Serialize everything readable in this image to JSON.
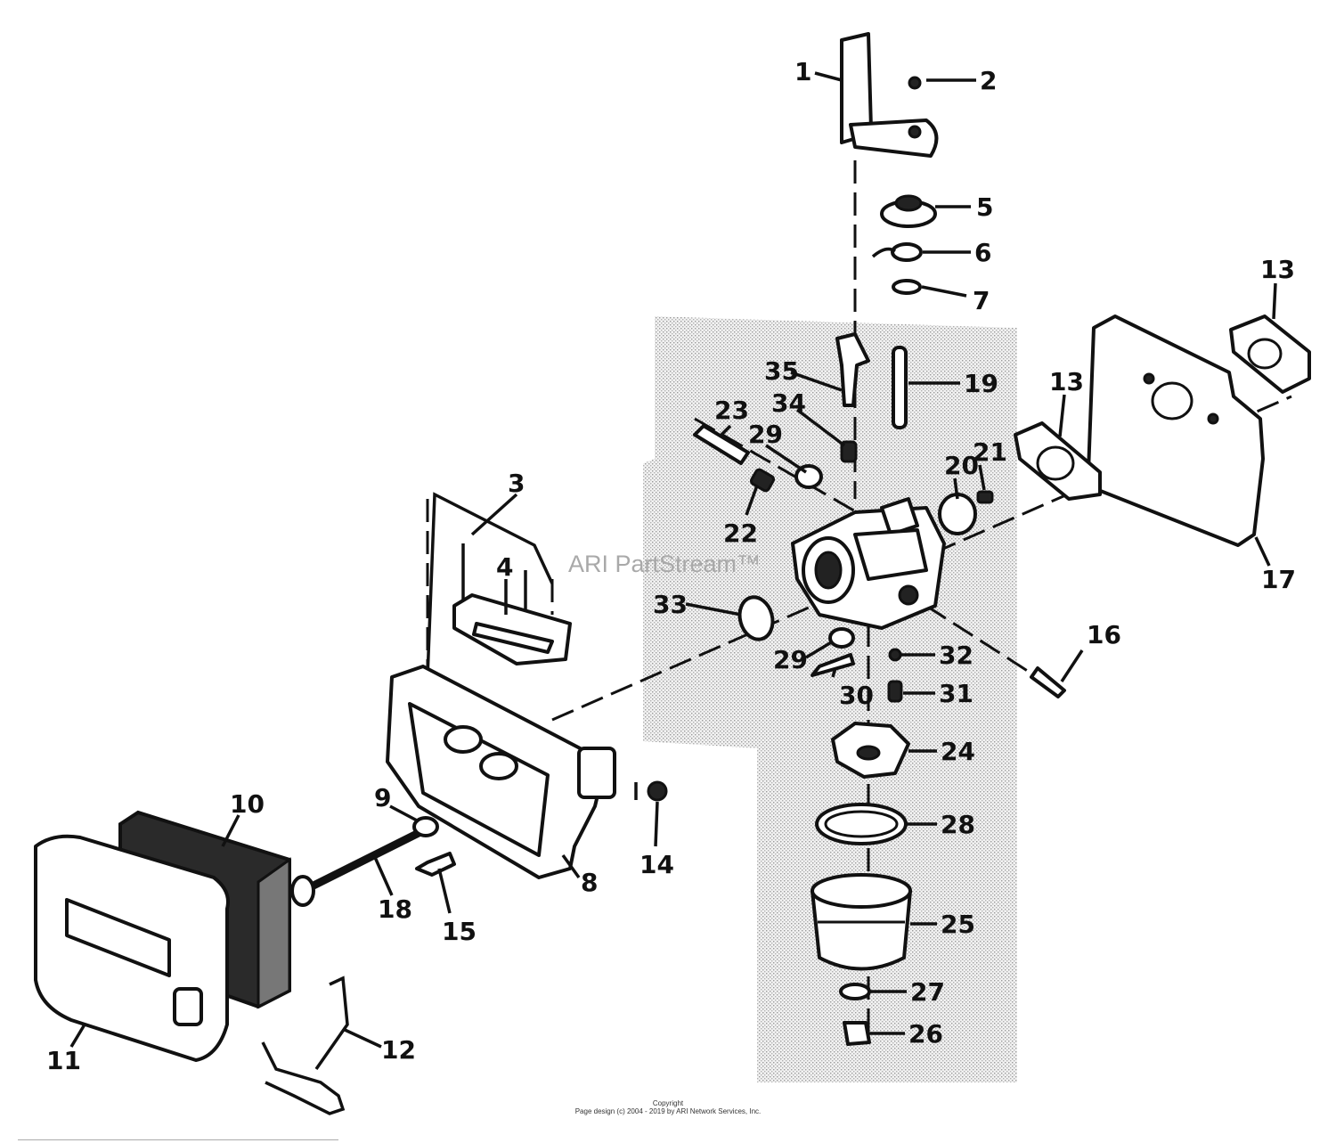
{
  "diagram": {
    "callouts": [
      "1",
      "2",
      "3",
      "4",
      "5",
      "6",
      "7",
      "8",
      "9",
      "10",
      "11",
      "12",
      "13",
      "13",
      "14",
      "15",
      "16",
      "17",
      "18",
      "19",
      "20",
      "21",
      "22",
      "23",
      "24",
      "25",
      "26",
      "27",
      "28",
      "29",
      "29",
      "30",
      "31",
      "32",
      "33",
      "34",
      "35"
    ]
  },
  "watermark": "ARI PartStream™",
  "footer": {
    "copyright_label": "Copyright",
    "page_design": "Page design (c) 2004 - 2019 by ARI Network Services, Inc."
  }
}
